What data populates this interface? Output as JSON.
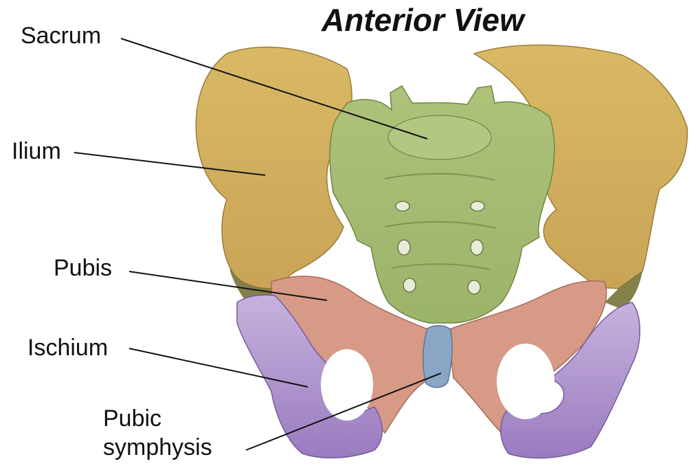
{
  "diagram": {
    "title": "Anterior View",
    "labels": {
      "sacrum": "Sacrum",
      "ilium": "Ilium",
      "pubis": "Pubis",
      "ischium": "Ischium",
      "pubic_symphysis_line1": "Pubic",
      "pubic_symphysis_line2": "symphysis"
    },
    "colors": {
      "ilium": "#d4b25e",
      "sacrum": "#a6bb73",
      "pubis": "#d69a86",
      "ischium": "#a889c8",
      "pubic_symphysis": "#8aa6c4",
      "leader_line": "#111111"
    }
  }
}
